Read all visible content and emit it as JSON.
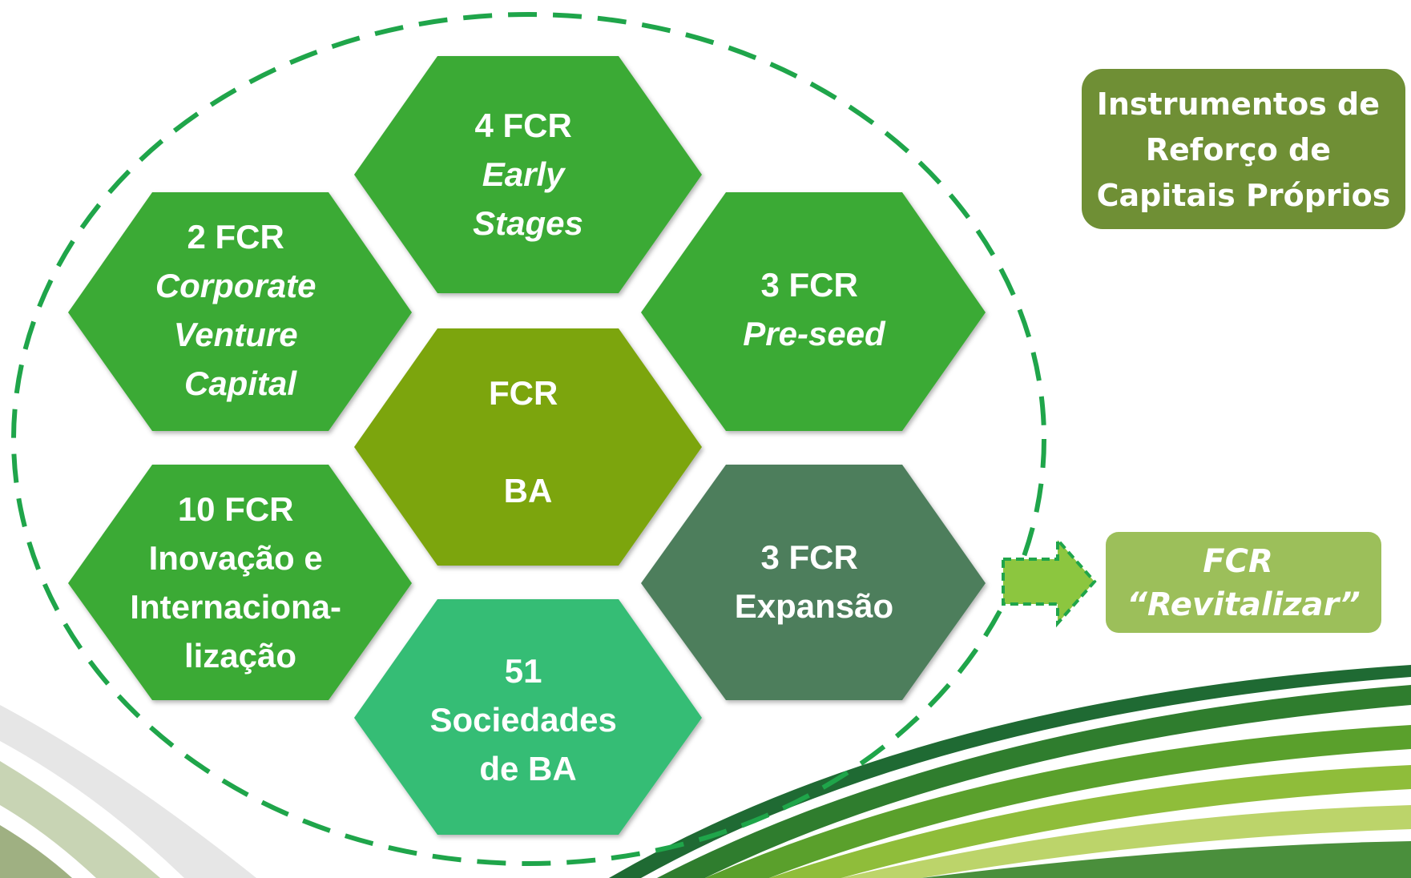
{
  "hexagons": {
    "early": {
      "line1": "4 FCR",
      "line2": "Early",
      "line3": "Stages"
    },
    "corporate": {
      "line1": "2 FCR",
      "line2": "Corporate",
      "line3": "Venture",
      "line4": "Capital"
    },
    "preseed": {
      "line1": "3 FCR",
      "line2": "Pre-seed"
    },
    "center": {
      "line1": "FCR",
      "line2": "BA"
    },
    "inovacao": {
      "line1": "10 FCR",
      "line2": "Inovação e",
      "line3": "Internaciona-",
      "line4": "lização"
    },
    "expansao": {
      "line1": "3 FCR",
      "line2": "Expansão"
    },
    "sociedades": {
      "line1": "51",
      "line2": "Sociedades",
      "line3": "de BA"
    }
  },
  "instrumentos_box": {
    "line1": "Instrumentos de",
    "line2": "Reforço de",
    "line3": "Capitais Próprios"
  },
  "revitalizar_box": {
    "line1": "FCR",
    "line2": "“Revitalizar”"
  },
  "colors": {
    "hex_green": "#3aaa35",
    "hex_center": "#7ba510",
    "hex_expansao": "#4d7e5c",
    "hex_sociedades": "#35bd74",
    "instrumentos_box": "#6f8f35",
    "revitalizar_box": "#9cbf5a",
    "dashed_ellipse": "#1fa54a",
    "arrow": "#8cc63f"
  }
}
